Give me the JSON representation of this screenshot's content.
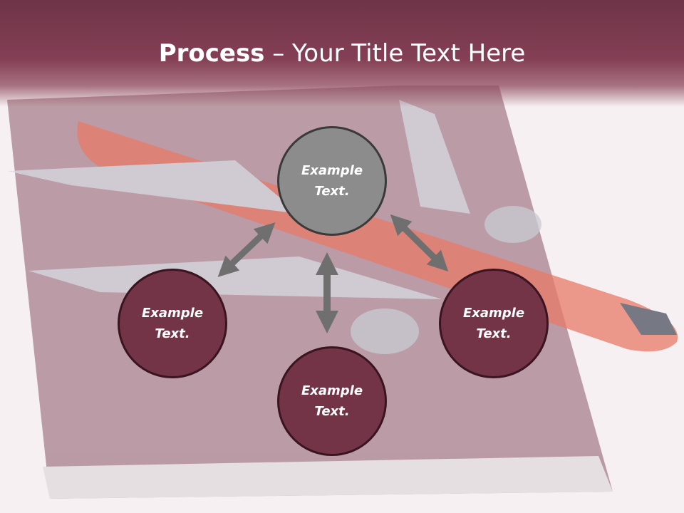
{
  "title": {
    "bold": "Process",
    "rest": " – Your Title Text Here"
  },
  "nodes": {
    "top": {
      "label": "Example Text."
    },
    "left": {
      "label": "Example Text."
    },
    "right": {
      "label": "Example Text."
    },
    "bottom": {
      "label": "Example Text."
    }
  },
  "colors": {
    "title_band": "#843f55",
    "node_fill": "#733447",
    "center_fill": "#8c8c8c",
    "arrow": "#6f6f6f"
  }
}
